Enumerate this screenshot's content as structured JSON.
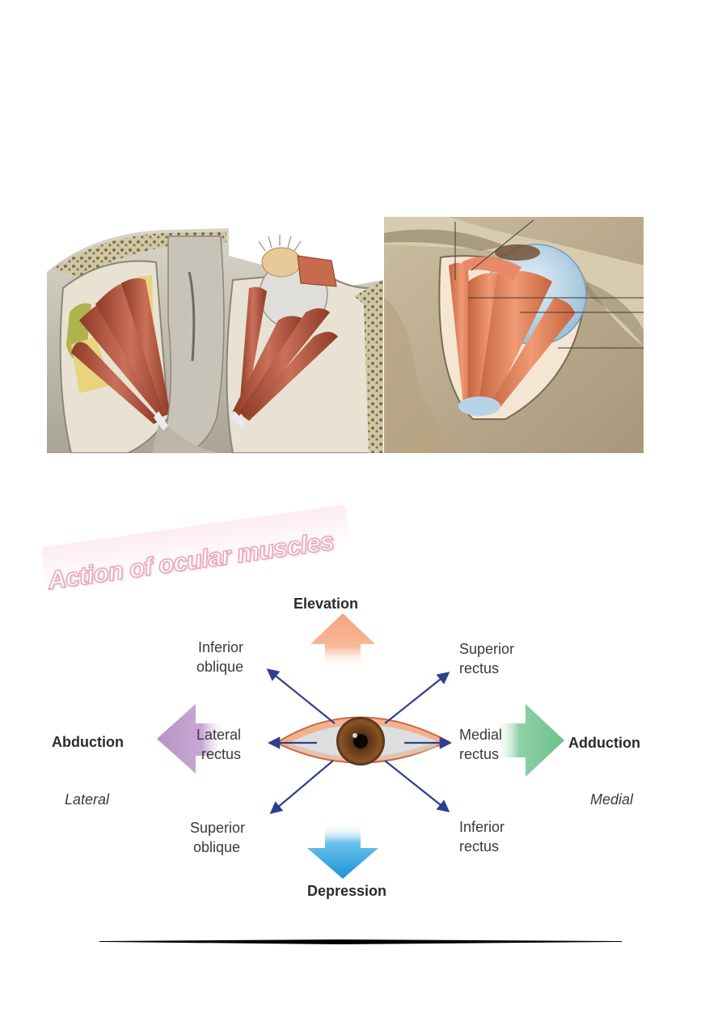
{
  "section_title": "Action of ocular muscles",
  "diagram": {
    "directions": {
      "up": "Elevation",
      "down": "Depression",
      "left": "Abduction",
      "right": "Adduction",
      "left_side": "Lateral",
      "right_side": "Medial"
    },
    "muscles": {
      "upper_left": [
        "Inferior",
        "oblique"
      ],
      "upper_right": [
        "Superior",
        "rectus"
      ],
      "middle_left": [
        "Lateral",
        "rectus"
      ],
      "middle_right": [
        "Medial",
        "rectus"
      ],
      "lower_left": [
        "Superior",
        "oblique"
      ],
      "lower_right": [
        "Inferior",
        "rectus"
      ]
    },
    "colors": {
      "elevation_arrow": "#f4a67e",
      "depression_arrow": "#2a9bd4",
      "abduction_arrow": "#b893c6",
      "adduction_arrow": "#7fc79b",
      "action_arrows": "#2e3f8f"
    }
  }
}
